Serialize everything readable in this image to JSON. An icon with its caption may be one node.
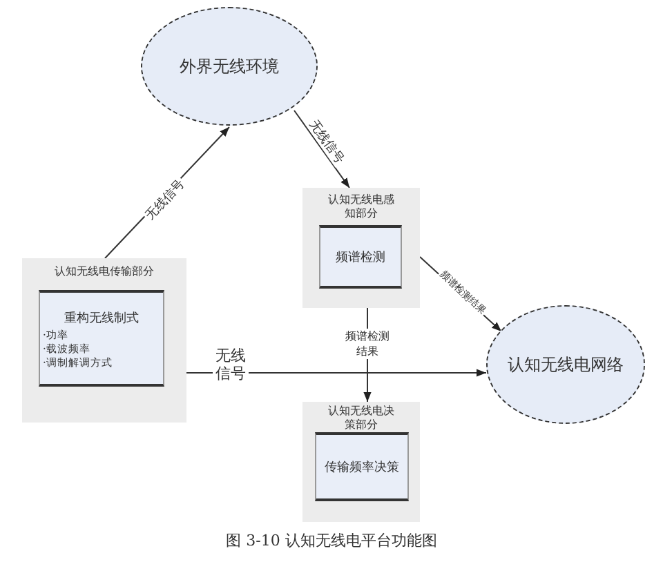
{
  "diagram": {
    "caption": "图 3-10 认知无线电平台功能图",
    "nodes": [
      {
        "text": [
          "外界无线环境"
        ]
      },
      {
        "text": [
          "认知无线电传输部分"
        ]
      },
      {
        "text": [
          "重构无线制式",
          "·功率",
          "·载波频率",
          "·调制解调方式"
        ],
        "in": 1
      },
      {
        "text": [
          "认知无线电感知部分"
        ]
      },
      {
        "text": [
          "频谱检测"
        ],
        "in": 3
      },
      {
        "text": [
          "认知无线电决策部分"
        ]
      },
      {
        "text": [
          "传输频率决策"
        ],
        "in": 5
      },
      {
        "text": [
          "认知无线电网络"
        ]
      }
    ],
    "edges": [
      {
        "from": 1,
        "to": 0,
        "arrow": "to",
        "label": "无线信号"
      },
      {
        "from": 0,
        "to": 3,
        "arrow": "to",
        "label": "无线信号"
      },
      {
        "from": 3,
        "to": 7,
        "arrow": "to",
        "label": "频谱检测结果"
      },
      {
        "from": 1,
        "to": 7,
        "arrow": "to",
        "label": "无线信号"
      },
      {
        "from": 3,
        "to": 5,
        "arrow": "to",
        "label": "频谱检测结果"
      }
    ]
  }
}
